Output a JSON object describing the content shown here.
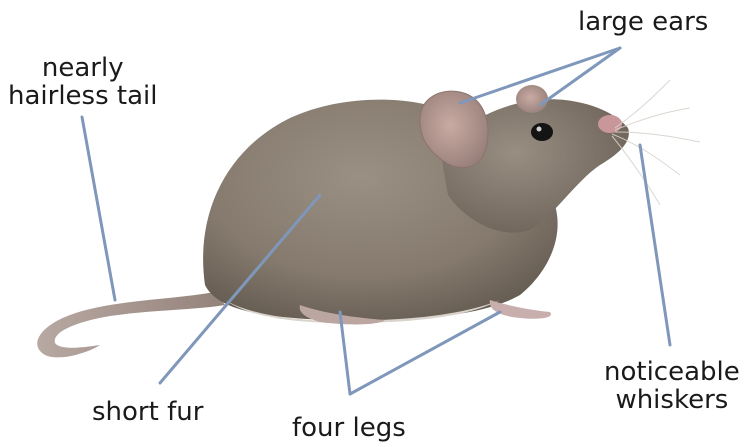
{
  "labels": {
    "large_ears": "large ears",
    "tail_line1": "nearly",
    "tail_line2": "hairless tail",
    "short_fur": "short fur",
    "four_legs": "four legs",
    "whiskers_line1": "noticeable",
    "whiskers_line2": "whiskers"
  },
  "colors": {
    "pointer_line": "#7f97ba",
    "fur": "#8a7f72",
    "fur_shadow": "#5f564d",
    "belly": "#d9d3cc",
    "ear": "#b49a93",
    "tail": "#a8968f",
    "nose": "#c9969a",
    "text": "#1a1a1a"
  },
  "icons": {
    "subject": "mouse-illustration"
  }
}
